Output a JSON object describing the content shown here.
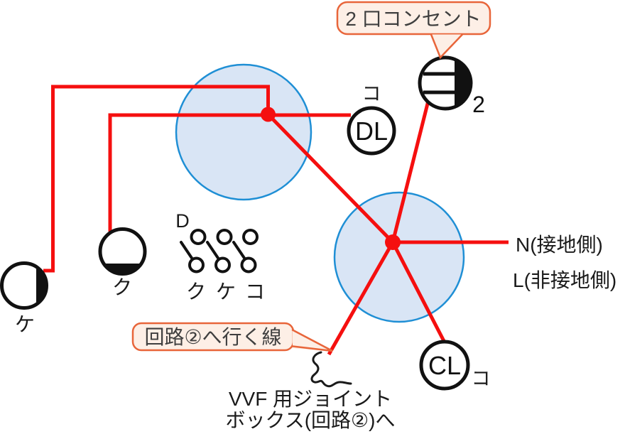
{
  "colors": {
    "wire_red": "#f50f0f",
    "junction_fill": "#d9e5f5",
    "junction_stroke": "#1f8fd5",
    "symbol_black": "#111111",
    "callout_border": "#e8653a",
    "callout_fill": "#fdefe6"
  },
  "callouts": {
    "outlet_label": "2 口コンセント",
    "circuit_label": "回路②へ行く線"
  },
  "symbols": {
    "outlet": {
      "count": "2"
    },
    "downlight": {
      "text": "DL",
      "switch_mark": "コ"
    },
    "ceiling_light": {
      "text": "CL",
      "switch_mark": "コ"
    },
    "lamp_ke": {
      "mark": "ケ"
    },
    "lamp_ku": {
      "mark": "ク"
    },
    "contacts": {
      "tag": "D",
      "ku": "ク",
      "ke": "ケ",
      "ko": "コ"
    }
  },
  "power": {
    "neutral": "N(接地側)",
    "live": "L(非接地側)"
  },
  "note": {
    "line1": "VVF 用ジョイント",
    "line2": "ボックス(回路②)へ"
  }
}
